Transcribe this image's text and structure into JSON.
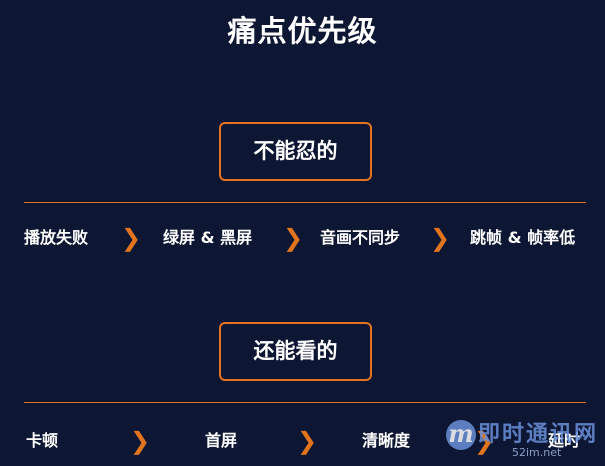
{
  "title": "痛点优先级",
  "sections": [
    {
      "heading": "不能忍的",
      "items": [
        "播放失败",
        "绿屏 & 黑屏",
        "音画不同步",
        "跳帧 & 帧率低"
      ]
    },
    {
      "heading": "还能看的",
      "items": [
        "卡顿",
        "首屏",
        "清晰度",
        "延时"
      ]
    }
  ],
  "arrow_glyph": "❯",
  "colors": {
    "background": "#0d1733",
    "accent": "#e2741d",
    "text": "#ffffff"
  },
  "watermark": {
    "logo": "m",
    "name": "即时通讯网",
    "url": "52im.net"
  }
}
